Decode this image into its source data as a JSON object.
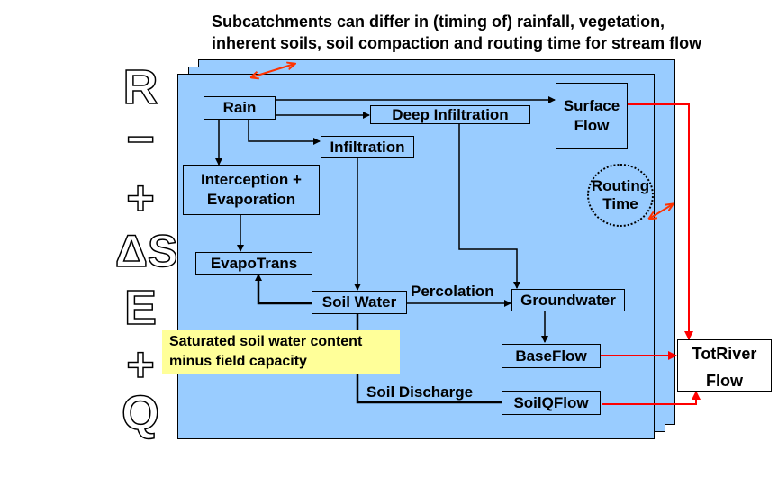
{
  "caption": {
    "line1": "Subcatchments can differ in (timing of) rainfall, vegetation,",
    "line2": "inherent soils, soil compaction and routing time for stream flow"
  },
  "side_equation": [
    "R",
    "−",
    "+",
    "ΔS",
    "E",
    "+",
    "Q"
  ],
  "nodes": {
    "rain": "Rain",
    "deep_infiltration": "Deep Infiltration",
    "surface_flow_line1": "Surface",
    "surface_flow_line2": "Flow",
    "infiltration": "Infiltration",
    "interception_line1": "Interception +",
    "interception_line2": "Evaporation",
    "routing_line1": "Routing",
    "routing_line2": "Time",
    "evapotrans": "EvapoTrans",
    "soil_water": "Soil Water",
    "percolation": "Percolation",
    "groundwater": "Groundwater",
    "baseflow": "BaseFlow",
    "soil_discharge": "Soil Discharge",
    "soilqflow": "SoilQFlow",
    "totriver_line1": "TotRiver",
    "totriver_line2": "Flow"
  },
  "note": {
    "line1": "Saturated soil water content",
    "line2": "minus field capacity"
  },
  "colors": {
    "panel": "#99ccff",
    "note": "#ffff99",
    "river_arrows": "#ff0000",
    "double_arrows": "#ff3300"
  }
}
